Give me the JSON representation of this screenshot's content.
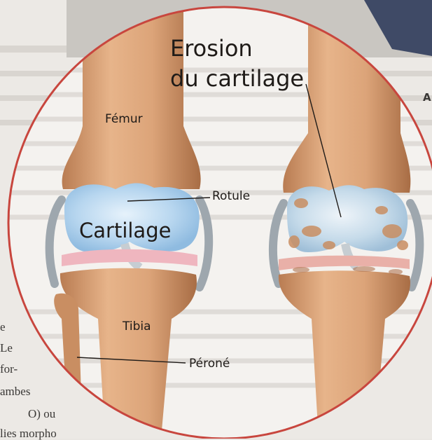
{
  "diagram": {
    "title_line1": "Erosion",
    "title_line2": "du cartilage",
    "labels": {
      "femur": "Fémur",
      "rotule": "Rotule",
      "cartilage": "Cartilage",
      "tibia": "Tibia",
      "perone": "Péroné"
    }
  },
  "page_fragments": {
    "right_edge": "A",
    "left_lines": [
      "e",
      "Le",
      "for-",
      "ambes",
      "O)   ou",
      "lies morpho"
    ]
  },
  "colors": {
    "circle_border": "#c8463e",
    "bone": "#dca479",
    "bone_shadow": "#b97c52",
    "cartilage": "#a9cdec",
    "meniscus": "#efb6bf",
    "background": "#f3f1ee"
  }
}
